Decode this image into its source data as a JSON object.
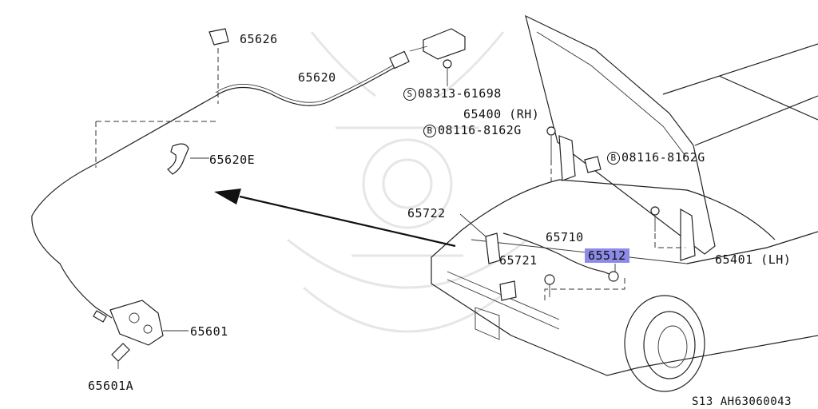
{
  "diagram": {
    "labels": {
      "p65626": "65626",
      "p65620": "65620",
      "p65620E": "65620E",
      "bolt_s": "08313-61698",
      "bolt_s_prefix": "S",
      "p65400": "65400 (RH)",
      "bolt_b1": "08116-8162G",
      "bolt_b1_prefix": "B",
      "bolt_b2": "08116-8162G",
      "bolt_b2_prefix": "B",
      "p65722": "65722",
      "p65710": "65710",
      "p65512": "65512",
      "p65721": "65721",
      "p65401": "65401 (LH)",
      "p65601": "65601",
      "p65601A": "65601A"
    },
    "highlight_color": "#8c8ce8",
    "footer": "S13  AH63060043"
  }
}
